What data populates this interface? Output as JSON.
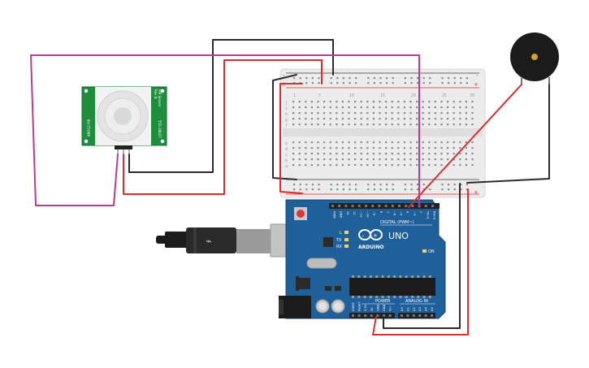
{
  "colors": {
    "wire_black": "#2b2b2b",
    "wire_red": "#d62f2f",
    "wire_magenta": "#c0398f",
    "pcb_green": "#1e8e3e",
    "arduino_blue": "#1f5f9a",
    "breadboard": "#ececec",
    "buzzer_body": "#1b1b1b",
    "buzzer_dot": "#c9a227"
  },
  "pir": {
    "silk_left": "AM312 PIR",
    "silk_right": "PIR Sensor",
    "silk_right2": "Rev B",
    "silk_bottom": "555-28027"
  },
  "breadboard": {
    "columns": [
      "1",
      "5",
      "10",
      "15",
      "20",
      "25",
      "30"
    ],
    "rows_top": [
      "j",
      "i",
      "h",
      "g",
      "f"
    ],
    "rows_bottom": [
      "e",
      "d",
      "c",
      "b",
      "a"
    ],
    "rail_plus": "+",
    "rail_minus": "-"
  },
  "arduino": {
    "brand": "ARDUINO",
    "model": "UNO",
    "digital_label": "DIGITAL (PWM~)",
    "power_label": "POWER",
    "analog_label": "ANALOG IN",
    "digital_pins": [
      "AREF",
      "GND",
      "13",
      "12",
      "~11",
      "~10",
      "~9",
      "8",
      "7",
      "~6",
      "~5",
      "4",
      "~3",
      "2",
      "TX→1",
      "RX←0"
    ],
    "power_pins": [
      "IOREF",
      "RESET",
      "3.3V",
      "5V",
      "GND",
      "GND",
      "Vin"
    ],
    "analog_pins": [
      "A0",
      "A1",
      "A2",
      "A3",
      "A4",
      "A5"
    ],
    "leds": [
      "L",
      "TX",
      "RX"
    ],
    "on_led": "ON"
  }
}
